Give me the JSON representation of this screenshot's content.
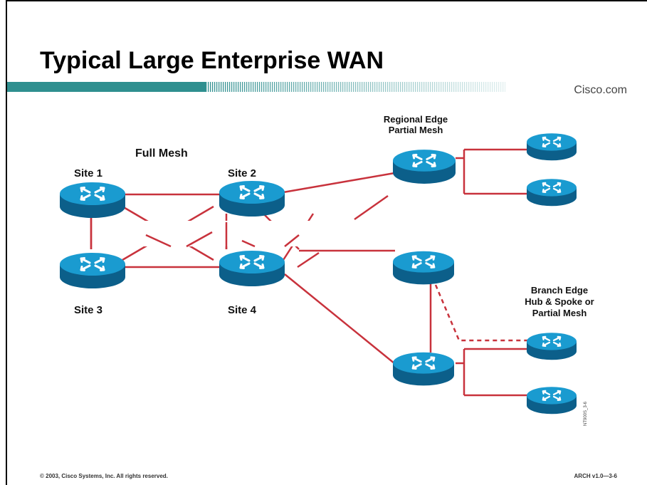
{
  "slide": {
    "title": "Typical Large Enterprise WAN",
    "brand": "Cisco.com",
    "footer_left": "© 2003, Cisco Systems, Inc. All rights reserved.",
    "footer_right": "ARCH v1.0—3-6",
    "side_code": "NT900S_3-6"
  },
  "diagram": {
    "labels": {
      "full_mesh": "Full Mesh",
      "site1": "Site 1",
      "site2": "Site 2",
      "site3": "Site 3",
      "site4": "Site 4",
      "regional_line1": "Regional Edge",
      "regional_line2": "Partial Mesh",
      "branch_line1": "Branch Edge",
      "branch_line2": "Hub & Spoke or",
      "branch_line3": "Partial Mesh"
    },
    "colors": {
      "link": "#c8323c",
      "router_top": "#1a9bd0",
      "router_side": "#0c5f8a",
      "bar_teal": "#2f8f8f"
    }
  }
}
